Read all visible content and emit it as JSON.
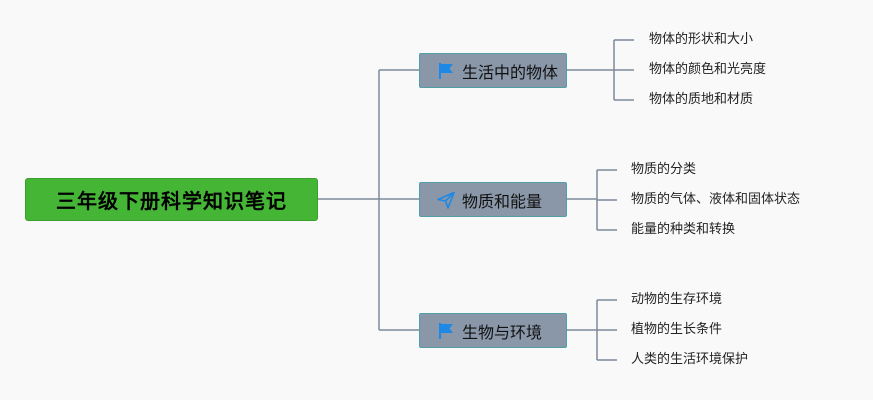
{
  "root": {
    "label": "三年级下册科学知识笔记"
  },
  "topics": [
    {
      "label": "生活中的物体",
      "icon": "flag-icon",
      "children": [
        "物体的形状和大小",
        "物体的颜色和光亮度",
        "物体的质地和材质"
      ]
    },
    {
      "label": "物质和能量",
      "icon": "paper-plane-icon",
      "children": [
        "物质的分类",
        "物质的气体、液体和固体状态",
        "能量的种类和转换"
      ]
    },
    {
      "label": "生物与环境",
      "icon": "flag-icon",
      "children": [
        "动物的生存环境",
        "植物的生长条件",
        "人类的生活环境保护"
      ]
    }
  ],
  "colors": {
    "root_bg": "#45b535",
    "topic_bg": "#8a97a9",
    "topic_border": "#4fa0a6",
    "connector": "#7d8a9b",
    "icon_blue": "#1e88e5",
    "background": "#f9f9f9"
  }
}
